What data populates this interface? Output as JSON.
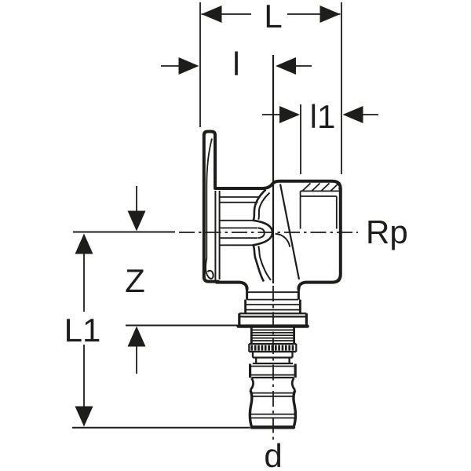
{
  "drawing": {
    "description": "Technical dimension drawing of a 90-degree wall elbow pipe fitting with wall flange, female Rp threaded socket and ribbed press-fit outlet",
    "background_color": "#ffffff",
    "line_color": "#1d1d1b",
    "labels": {
      "L": "L",
      "l": "l",
      "l1": "l1",
      "Rp": "Rp",
      "Z": "Z",
      "L1": "L1",
      "d": "d"
    }
  }
}
